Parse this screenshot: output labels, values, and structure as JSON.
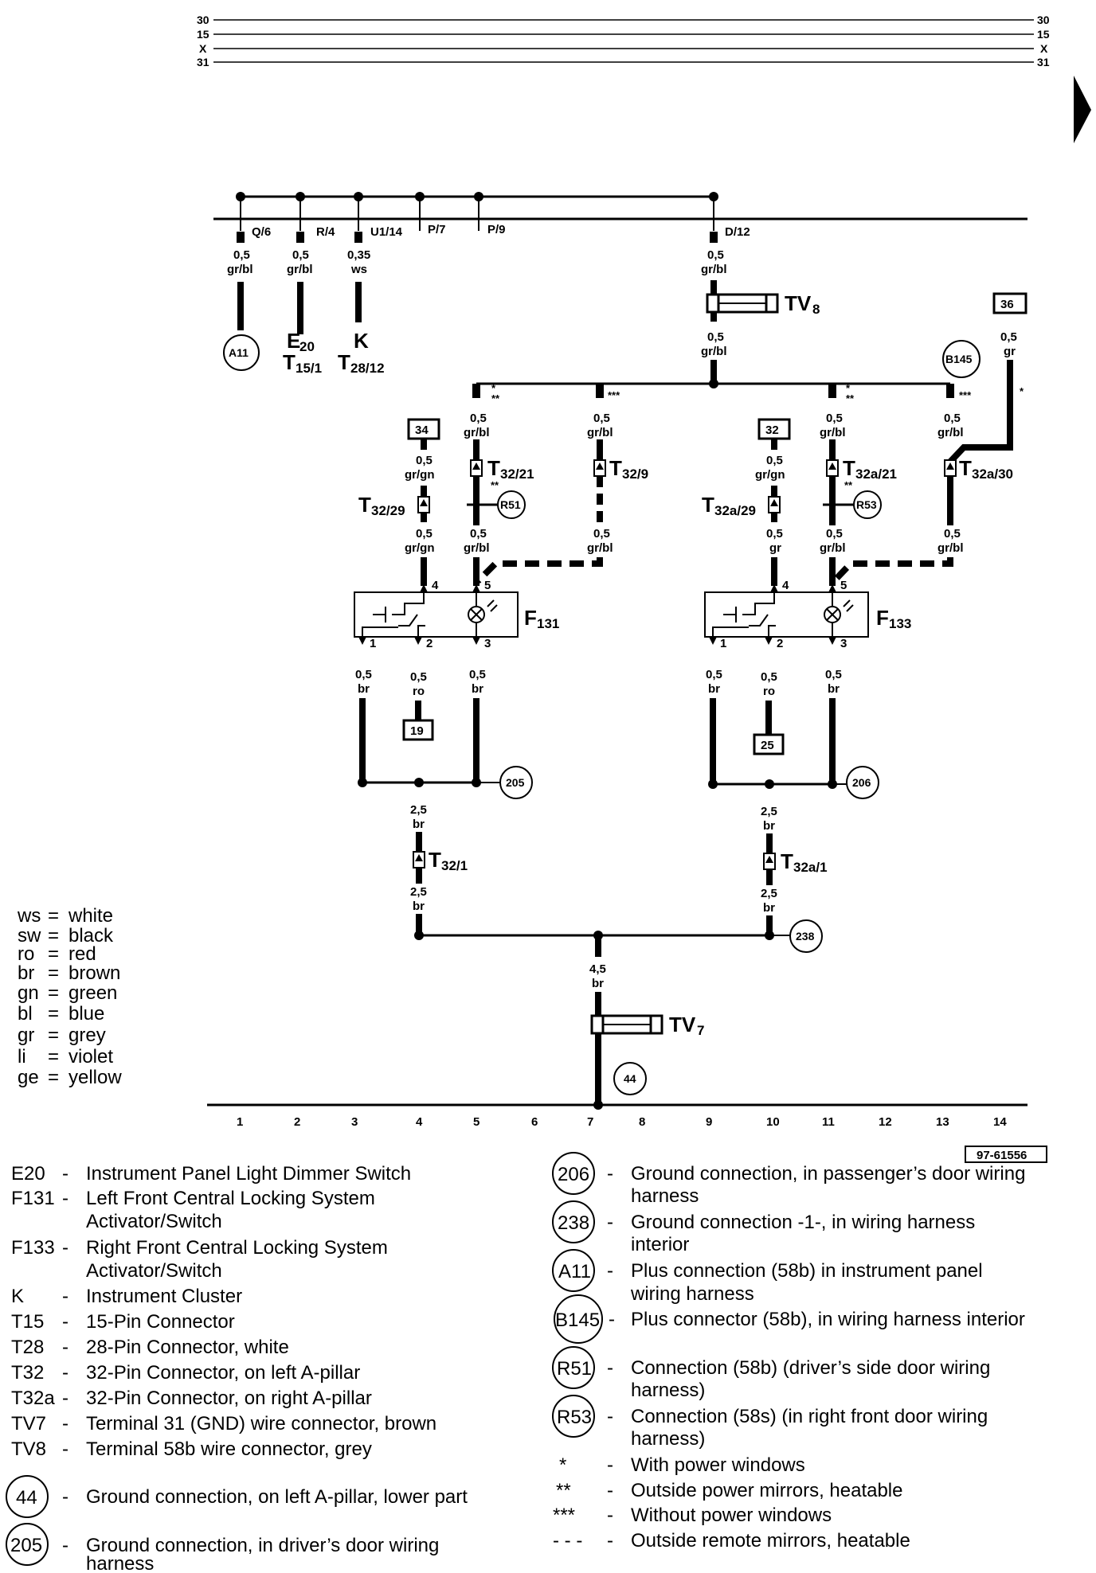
{
  "rails": {
    "left": [
      "30",
      "15",
      "X",
      "31"
    ],
    "right": [
      "30",
      "15",
      "X",
      "31"
    ]
  },
  "bus_taps": [
    "Q/6",
    "R/4",
    "U1/14",
    "P/7",
    "P/9",
    "D/12"
  ],
  "wires": {
    "q6": [
      "0,5",
      "gr/bl"
    ],
    "r4": [
      "0,5",
      "gr/bl"
    ],
    "u114": [
      "0,35",
      "ws"
    ],
    "d12_top": [
      "0,5",
      "gr/bl"
    ],
    "d12_bot": [
      "0,5",
      "gr/bl"
    ],
    "w36": [
      "0,5",
      "gr"
    ],
    "l_star": [
      "0,5",
      "gr/bl"
    ],
    "l_3star": [
      "0,5",
      "gr/bl"
    ],
    "r_star": [
      "0,5",
      "gr/bl"
    ],
    "r_3star": [
      "0,5",
      "gr/bl"
    ],
    "l34_top": [
      "0,5",
      "gr/gn"
    ],
    "l34_bot": [
      "0,5",
      "gr/gn"
    ],
    "l_star_bot": [
      "0,5",
      "gr/bl"
    ],
    "l_3star_bot": [
      "0,5",
      "gr/bl"
    ],
    "r32_top": [
      "0,5",
      "gr/gn"
    ],
    "r32_bot": [
      "0,5",
      "gr"
    ],
    "r_star_bot": [
      "0,5",
      "gr/bl"
    ],
    "r_3star_bot": [
      "0,5",
      "gr/bl"
    ],
    "lf1": [
      "0,5",
      "br"
    ],
    "lf2": [
      "0,5",
      "ro"
    ],
    "lf3": [
      "0,5",
      "br"
    ],
    "rf1": [
      "0,5",
      "br"
    ],
    "rf2": [
      "0,5",
      "ro"
    ],
    "rf3": [
      "0,5",
      "br"
    ],
    "l_gnd_top": [
      "2,5",
      "br"
    ],
    "l_gnd_bot": [
      "2,5",
      "br"
    ],
    "r_gnd_top": [
      "2,5",
      "br"
    ],
    "r_gnd_bot": [
      "2,5",
      "br"
    ],
    "main_gnd": [
      "4,5",
      "br"
    ]
  },
  "components": {
    "e20": "E",
    "e20_sub": "20",
    "t15": "T",
    "t15_sub": "15/1",
    "k": "K",
    "t28": "T",
    "t28_sub": "28/12",
    "tv8": "TV",
    "tv8_sub": "8",
    "tv7": "TV",
    "tv7_sub": "7",
    "f131": "F",
    "f131_sub": "131",
    "f133": "F",
    "f133_sub": "133"
  },
  "connectors": {
    "t32_21": [
      "T",
      "32/21"
    ],
    "t32_9": [
      "T",
      "32/9"
    ],
    "t32_29": [
      "T",
      "32/29"
    ],
    "t32a_21": [
      "T",
      "32a/21"
    ],
    "t32a_30": [
      "T",
      "32a/30"
    ],
    "t32a_29": [
      "T",
      "32a/29"
    ],
    "t32_1": [
      "T",
      "32/1"
    ],
    "t32a_1": [
      "T",
      "32a/1"
    ]
  },
  "boxes": [
    "36",
    "34",
    "32",
    "19",
    "25"
  ],
  "circles": {
    "a11": "A11",
    "b145": "B145",
    "r51": "R51",
    "r53": "R53",
    "g205": "205",
    "g206": "206",
    "g238": "238",
    "g44": "44"
  },
  "pins": {
    "f131": [
      "4",
      "5",
      "1",
      "2",
      "3"
    ],
    "f133": [
      "4",
      "5",
      "1",
      "2",
      "3"
    ]
  },
  "stars": {
    "one_two": "*\n**",
    "three": "***",
    "one": "*",
    "two": "**"
  },
  "tracks": [
    "1",
    "2",
    "3",
    "4",
    "5",
    "6",
    "7",
    "8",
    "9",
    "10",
    "11",
    "12",
    "13",
    "14"
  ],
  "ref_code": "97-61556",
  "color_key": [
    [
      "ws",
      "white"
    ],
    [
      "sw",
      "black"
    ],
    [
      "ro",
      "red"
    ],
    [
      "br",
      "brown"
    ],
    [
      "gn",
      "green"
    ],
    [
      "bl",
      "blue"
    ],
    [
      "gr",
      "grey"
    ],
    [
      "li",
      "violet"
    ],
    [
      "ge",
      "yellow"
    ]
  ],
  "legend_left": [
    {
      "code": "E20",
      "text": [
        "Instrument Panel Light Dimmer Switch"
      ]
    },
    {
      "code": "F131",
      "text": [
        "Left Front Central Locking System",
        "Activator/Switch"
      ]
    },
    {
      "code": "F133",
      "text": [
        "Right Front Central Locking System",
        "Activator/Switch"
      ]
    },
    {
      "code": "K",
      "text": [
        "Instrument Cluster"
      ]
    },
    {
      "code": "T15",
      "text": [
        "15-Pin Connector"
      ]
    },
    {
      "code": "T28",
      "text": [
        "28-Pin Connector, white"
      ]
    },
    {
      "code": "T32",
      "text": [
        "32-Pin Connector, on left A-pillar"
      ]
    },
    {
      "code": "T32a",
      "text": [
        "32-Pin Connector, on right A-pillar"
      ]
    },
    {
      "code": "TV7",
      "text": [
        "Terminal 31 (GND) wire connector, brown"
      ]
    },
    {
      "code": "TV8",
      "text": [
        "Terminal 58b wire connector, grey"
      ]
    }
  ],
  "legend_left_circles": [
    {
      "code": "44",
      "text": [
        "Ground connection, on left A-pillar, lower part"
      ]
    },
    {
      "code": "205",
      "text": [
        "Ground connection, in driver’s door wiring",
        "harness"
      ]
    }
  ],
  "legend_right": [
    {
      "code": "206",
      "text": [
        "Ground connection, in passenger’s door wiring",
        "harness"
      ]
    },
    {
      "code": "238",
      "text": [
        "Ground connection -1-, in wiring harness",
        "interior"
      ]
    },
    {
      "code": "A11",
      "text": [
        "Plus connection (58b) in instrument panel",
        "wiring harness"
      ]
    },
    {
      "code": "B145",
      "text": [
        "Plus connector (58b), in wiring harness interior"
      ]
    },
    {
      "code": "R51",
      "text": [
        "Connection (58b) (driver’s side door wiring",
        "harness)"
      ]
    },
    {
      "code": "R53",
      "text": [
        "Connection (58s) (in right front door wiring",
        "harness)"
      ]
    }
  ],
  "legend_notes": [
    {
      "sym": "*",
      "text": "With power windows"
    },
    {
      "sym": "**",
      "text": "Outside power mirrors, heatable"
    },
    {
      "sym": "***",
      "text": "Without  power windows"
    },
    {
      "sym": "- - -",
      "text": "Outside remote mirrors, heatable"
    }
  ],
  "dash": "-"
}
